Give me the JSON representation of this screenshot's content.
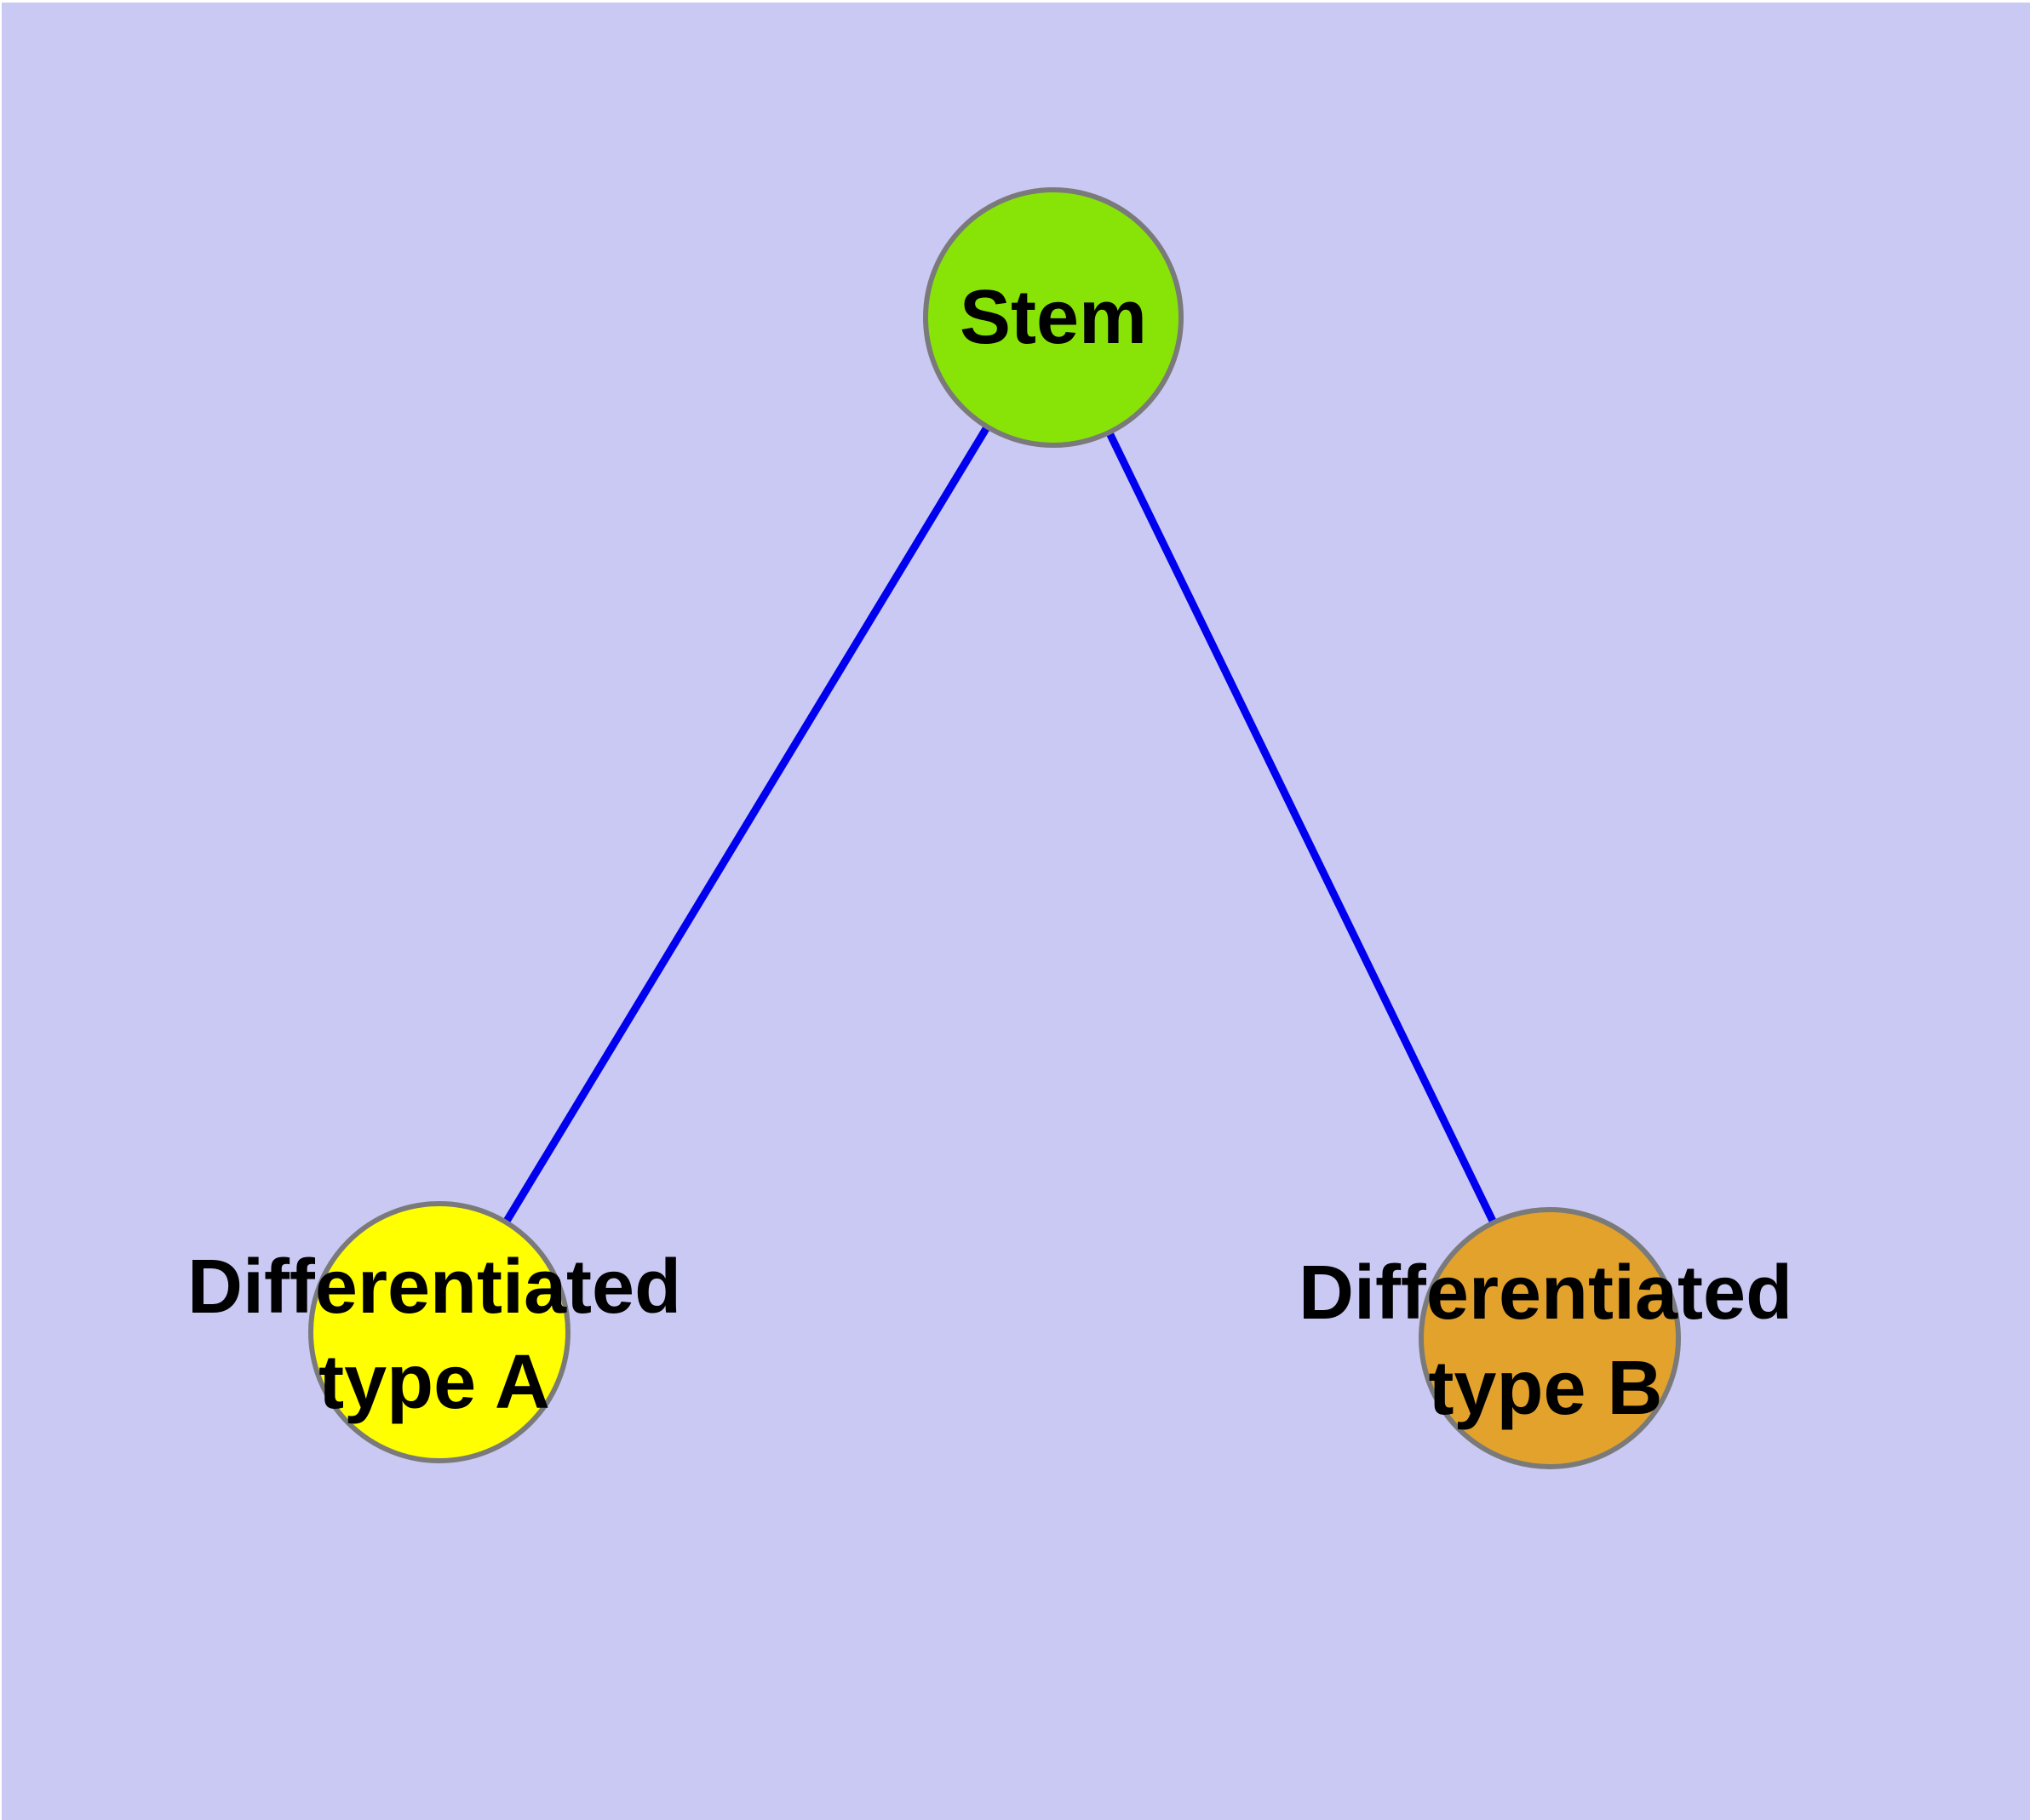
{
  "diagram": {
    "type": "graph",
    "background_color": "#c9c9f3",
    "edge_color": "#0000ee",
    "node_border_color": "#7a7a7a",
    "label_color": "#000000",
    "nodes": [
      {
        "id": "stem",
        "label": "Stem",
        "line1": "Stem",
        "line2": "",
        "fill_color": "#88e407"
      },
      {
        "id": "differentiated-type-a",
        "label": "Differentiated type A",
        "line1": "Differentiated",
        "line2": "type A",
        "fill_color": "#ffff00"
      },
      {
        "id": "differentiated-type-b",
        "label": "Differentiated type B",
        "line1": "Differentiated",
        "line2": "type B",
        "fill_color": "#e2a22c"
      }
    ],
    "edges": [
      {
        "from": "Stem",
        "to": "Differentiated type A"
      },
      {
        "from": "Stem",
        "to": "Differentiated type B"
      }
    ]
  }
}
